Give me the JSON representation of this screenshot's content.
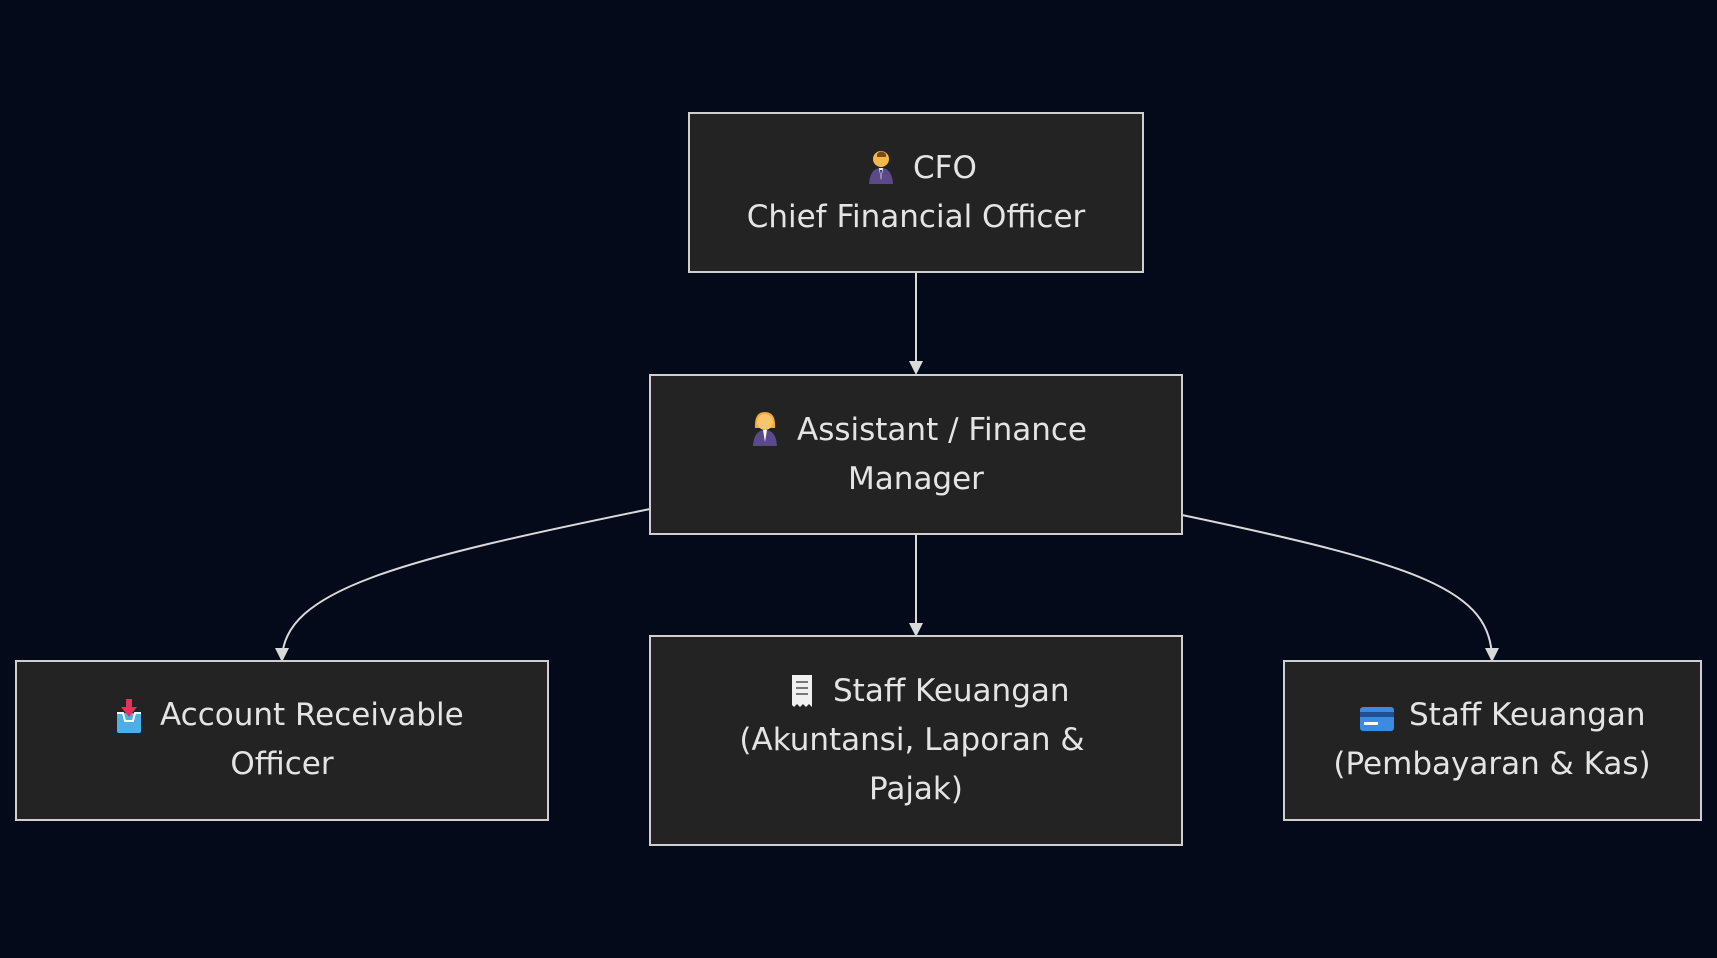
{
  "diagram": {
    "nodes": {
      "cfo": {
        "icon": "man-office-worker-icon",
        "title": "CFO",
        "subtitle": "Chief Financial Officer"
      },
      "manager": {
        "icon": "woman-office-worker-icon",
        "line1": "Assistant / Finance",
        "line2": "Manager"
      },
      "ar": {
        "icon": "inbox-tray-icon",
        "line1": "Account Receivable",
        "line2": "Officer"
      },
      "accounting": {
        "icon": "receipt-icon",
        "line1": "Staff Keuangan",
        "line2": "(Akuntansi, Laporan &",
        "line3": "Pajak)"
      },
      "payment": {
        "icon": "credit-card-icon",
        "line1": "Staff Keuangan",
        "line2": "(Pembayaran & Kas)"
      }
    },
    "edges": [
      {
        "from": "cfo",
        "to": "manager"
      },
      {
        "from": "manager",
        "to": "ar"
      },
      {
        "from": "manager",
        "to": "accounting"
      },
      {
        "from": "manager",
        "to": "payment"
      }
    ],
    "colors": {
      "background": "#050a1a",
      "node_fill": "#232323",
      "node_border": "#cfcfcf",
      "text": "#e4e4e4",
      "edge": "#d9d9d9"
    }
  }
}
